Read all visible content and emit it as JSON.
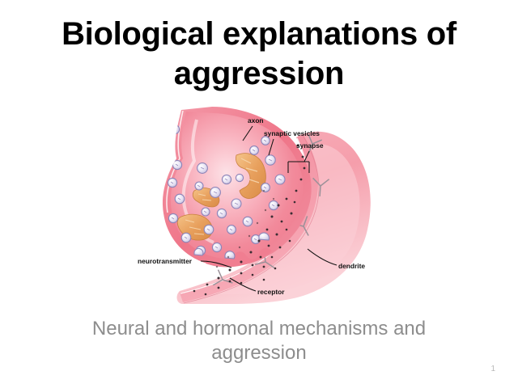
{
  "slide": {
    "background_color": "#ffffff",
    "title": {
      "line1": "Biological explanations of",
      "line2": "aggression",
      "color": "#000000"
    },
    "subtitle": {
      "line1": "Neural and hormonal mechanisms and",
      "line2": "aggression",
      "color": "#8d8d8d"
    },
    "page_number": "1"
  },
  "diagram": {
    "name": "synapse-diagram",
    "labels": {
      "axon": "axon",
      "synaptic_vesicles": "synaptic vesicles",
      "synapse": "synapse",
      "neurotransmitter": "neurotransmitter",
      "dendrite": "dendrite",
      "receptor": "receptor"
    },
    "colors": {
      "terminal_fill": "#f4909f",
      "terminal_light": "#fbc9d1",
      "terminal_outline": "#e4697e",
      "dendrite_fill": "#f5a0ac",
      "vesicle_fill": "#e8e4f3",
      "vesicle_outline": "#8d84b8",
      "mitochondria_fill": "#e9a463",
      "neurotransmitter_dot": "#3b2d33",
      "label_text": "#121212"
    }
  }
}
